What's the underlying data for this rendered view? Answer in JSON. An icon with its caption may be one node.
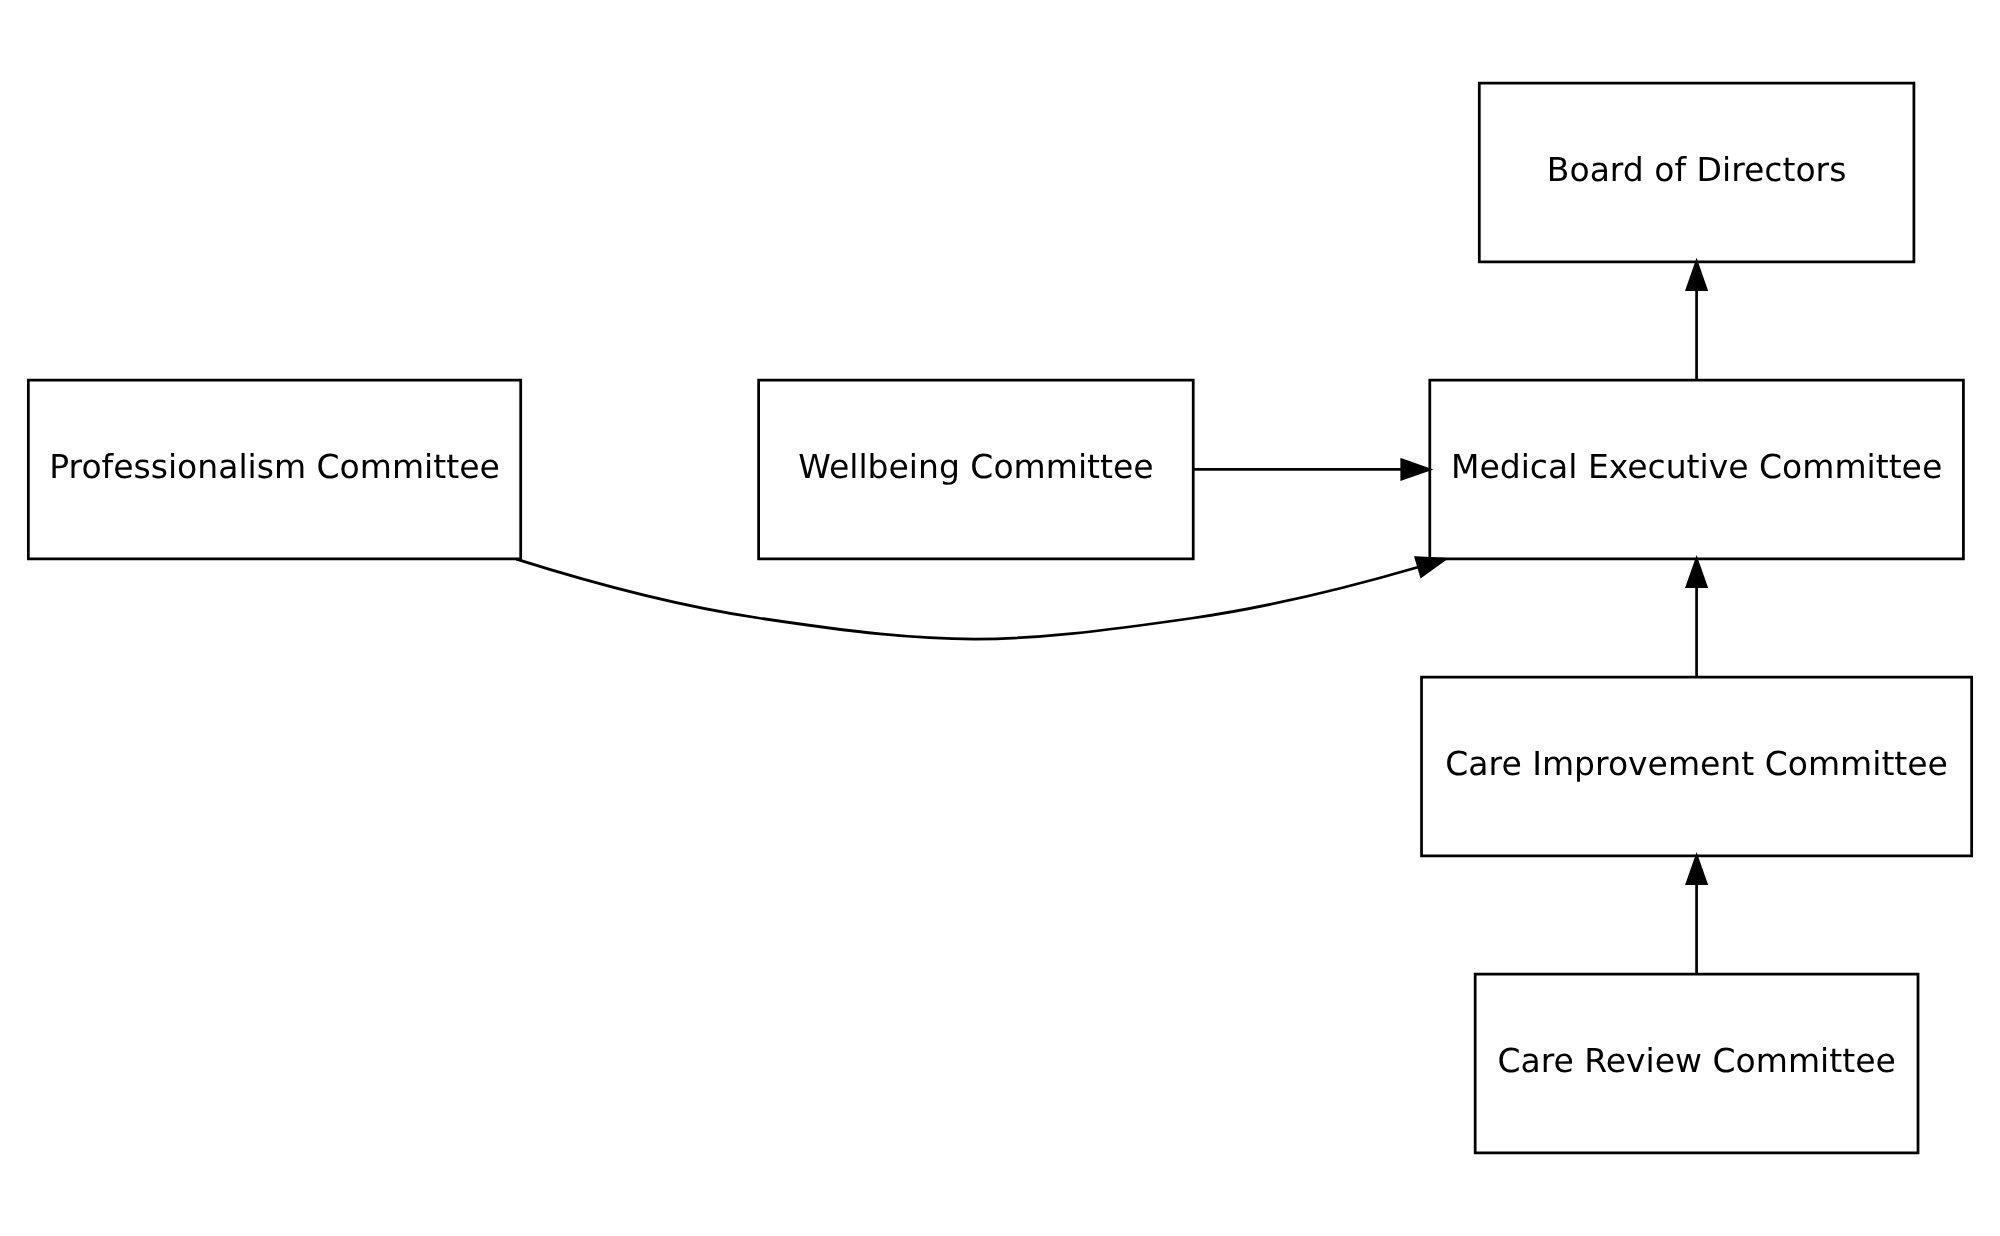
{
  "diagram": {
    "nodes": [
      {
        "text": [
          "Board of Directors"
        ]
      },
      {
        "text": [
          "Professionalism Committee"
        ]
      },
      {
        "text": [
          "Medical Executive Committee"
        ]
      },
      {
        "text": [
          "Wellbeing Committee"
        ]
      },
      {
        "text": [
          "Care Improvement Committee"
        ]
      },
      {
        "text": [
          "Care Review Committee"
        ]
      }
    ],
    "edges": [
      {
        "from": 2,
        "to": 0,
        "arrow": "to"
      },
      {
        "from": 1,
        "to": 2,
        "arrow": "to"
      },
      {
        "from": 3,
        "to": 2,
        "arrow": "to"
      },
      {
        "from": 4,
        "to": 2,
        "arrow": "to"
      },
      {
        "from": 5,
        "to": 4,
        "arrow": "to"
      }
    ]
  }
}
